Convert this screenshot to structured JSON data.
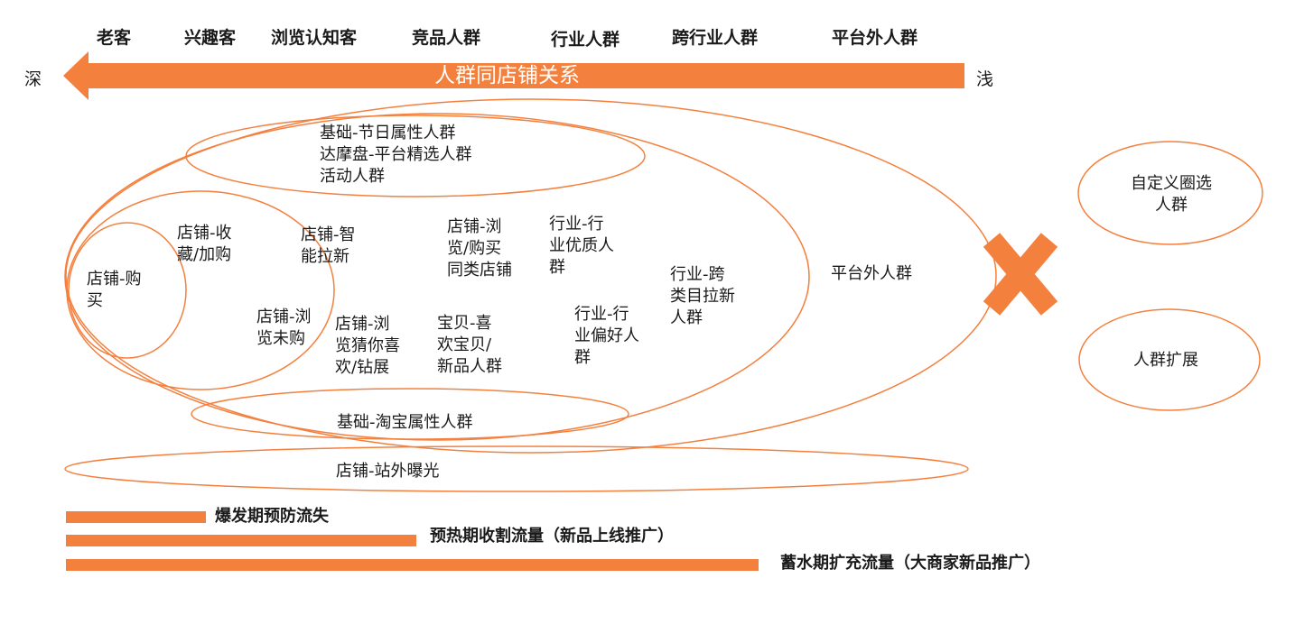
{
  "colors": {
    "accent": "#f4803e",
    "text": "#1a1a1a",
    "background": "#ffffff"
  },
  "header": {
    "labels": [
      "老客",
      "兴趣客",
      "浏览认知客",
      "竞品人群",
      "行业人群",
      "跨行业人群",
      "平台外人群"
    ]
  },
  "arrow": {
    "title": "人群同店铺关系",
    "left_label": "深",
    "right_label": "浅"
  },
  "segments": {
    "holiday": [
      "基础-节日属性人群",
      "达摩盘-平台精选人群",
      "活动人群"
    ],
    "store_purchase": [
      "店铺-购",
      "买"
    ],
    "store_favorite": [
      "店铺-收",
      "藏/加购"
    ],
    "store_smart": [
      "店铺-智",
      "能拉新"
    ],
    "store_similar": [
      "店铺-浏",
      "览/购买",
      "同类店铺"
    ],
    "industry_quality": [
      "行业-行",
      "业优质人",
      "群"
    ],
    "cross_industry": [
      "行业-跨",
      "类目拉新",
      "人群"
    ],
    "outside_platform": "平台外人群",
    "store_browse": [
      "店铺-浏",
      "览未购"
    ],
    "store_guess": [
      "店铺-浏",
      "览猜你喜",
      "欢/钻展"
    ],
    "item_like": [
      "宝贝-喜",
      "欢宝贝/",
      "新品人群"
    ],
    "industry_pref": [
      "行业-行",
      "业偏好人",
      "群"
    ],
    "taobao": "基础-淘宝属性人群",
    "offsite": "店铺-站外曝光"
  },
  "right_panel": {
    "custom": [
      "自定义圈选",
      "人群"
    ],
    "expand": "人群扩展",
    "cross_icon": "cross-icon"
  },
  "phases": [
    {
      "label": "爆发期预防流失",
      "value": 1
    },
    {
      "label": "预热期收割流量（新品上线推广）",
      "value": 2
    },
    {
      "label": "蓄水期扩充流量（大商家新品推广）",
      "value": 3
    }
  ]
}
